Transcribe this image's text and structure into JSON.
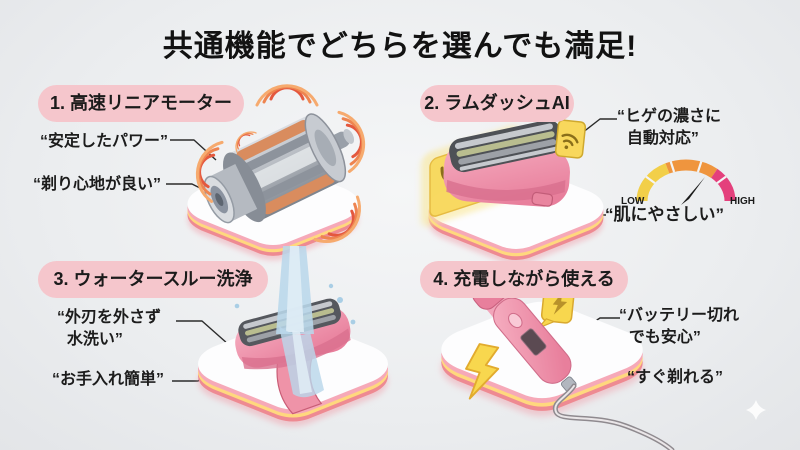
{
  "title": "共通機能でどちらを選んでも満足!",
  "sections": [
    {
      "label": "1. 高速リニアモーター",
      "illustration": "linear-motor-icon",
      "annotations": [
        "“安定したパワー”",
        "“剃り心地が良い”"
      ]
    },
    {
      "label": "2. ラムダッシュAI",
      "illustration": "shaver-head-ai-icon",
      "annotations": [
        "“ヒゲの濃さに\n自動対応”",
        "“肌にやさしい”"
      ],
      "gauge": {
        "low_label": "LOW",
        "high_label": "HIGH"
      }
    },
    {
      "label": "3. ウォータースルー洗浄",
      "illustration": "water-through-icon",
      "annotations": [
        "“外刃を外さず\n水洗い”",
        "“お手入れ簡単”"
      ]
    },
    {
      "label": "4. 充電しながら使える",
      "illustration": "charging-shaver-icon",
      "annotations": [
        "“バッテリー切れ\nでも安心”",
        "“すぐ剃れる”"
      ]
    }
  ],
  "colors": {
    "pill_pink": "#f5c6cc",
    "platform_yellow_glow": "#ffd87e",
    "platform_pink": "#f6a9b8",
    "platform_red": "#ee8a92",
    "gauge_yellow": "#f2cf49",
    "gauge_orange": "#ef953e",
    "gauge_pink": "#e4407c",
    "water_blue": "#b9d7ea",
    "bolt_yellow": "#f8d74e",
    "shaver_pink": "#ef93a8"
  }
}
